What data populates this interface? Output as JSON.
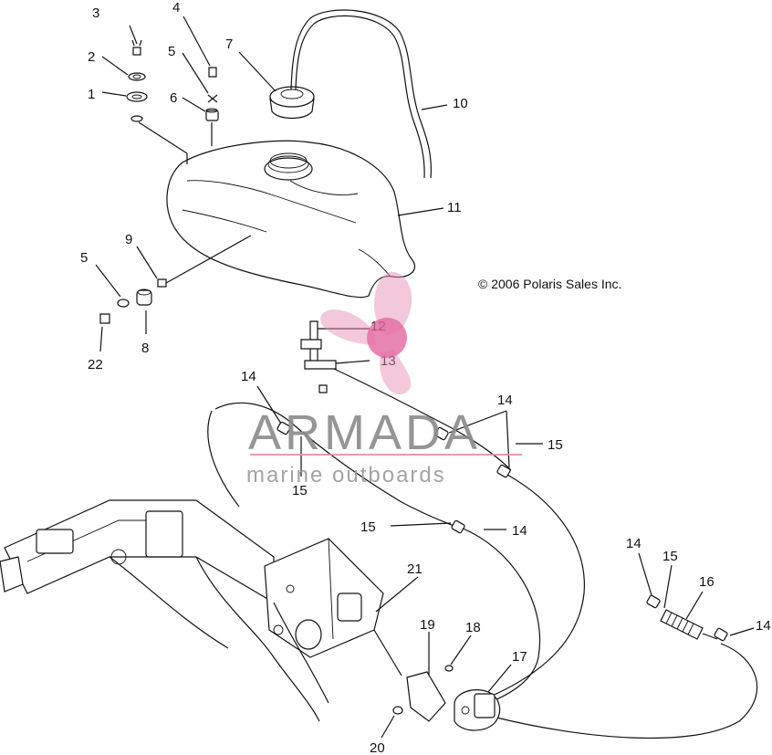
{
  "copyright": "© 2006 Polaris Sales Inc.",
  "watermark": {
    "brand": "ARMADA",
    "tagline": "marine outboards",
    "color": "#e58fb4"
  },
  "callouts": [
    "1",
    "2",
    "3",
    "4",
    "5",
    "6",
    "7",
    "5",
    "9",
    "8",
    "22",
    "10",
    "11",
    "12",
    "13",
    "14",
    "14",
    "15",
    "15",
    "15",
    "14",
    "14",
    "15",
    "16",
    "14",
    "21",
    "19",
    "18",
    "17",
    "20"
  ]
}
